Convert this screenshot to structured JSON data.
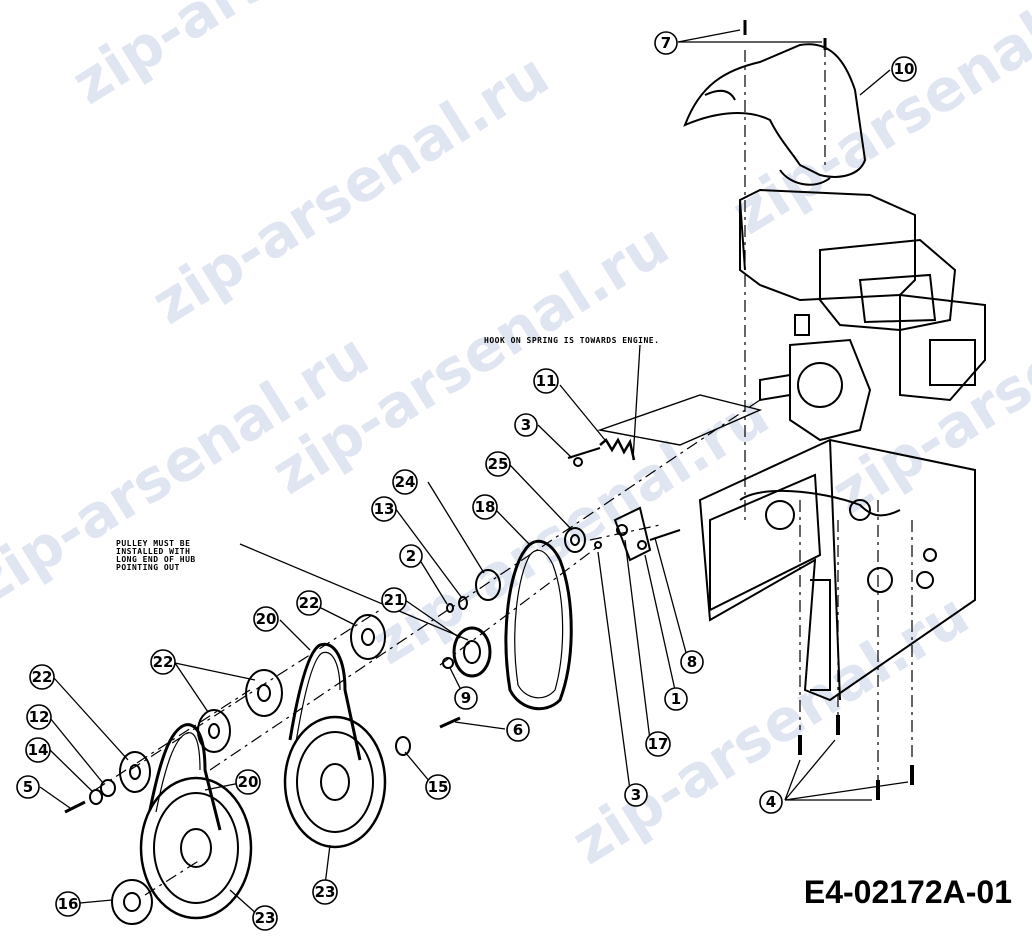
{
  "watermark": "zip-arsenal.ru",
  "notes": {
    "spring": "HOOK ON SPRING IS TOWARDS ENGINE.",
    "pulley": [
      "PULLEY MUST BE",
      "INSTALLED WITH",
      "LONG END OF HUB",
      "POINTING OUT"
    ]
  },
  "diagram_code": "E4-02172A-01",
  "callouts": [
    {
      "id": "c7",
      "label": "7"
    },
    {
      "id": "c10",
      "label": "10"
    },
    {
      "id": "c11",
      "label": "11"
    },
    {
      "id": "c3a",
      "label": "3"
    },
    {
      "id": "c25",
      "label": "25"
    },
    {
      "id": "c24",
      "label": "24"
    },
    {
      "id": "c18",
      "label": "18"
    },
    {
      "id": "c13",
      "label": "13"
    },
    {
      "id": "c2",
      "label": "2"
    },
    {
      "id": "c21",
      "label": "21"
    },
    {
      "id": "c22a",
      "label": "22"
    },
    {
      "id": "c20a",
      "label": "20"
    },
    {
      "id": "c22b",
      "label": "22"
    },
    {
      "id": "c22c",
      "label": "22"
    },
    {
      "id": "c12",
      "label": "12"
    },
    {
      "id": "c14",
      "label": "14"
    },
    {
      "id": "c5",
      "label": "5"
    },
    {
      "id": "c9",
      "label": "9"
    },
    {
      "id": "c6",
      "label": "6"
    },
    {
      "id": "c15",
      "label": "15"
    },
    {
      "id": "c20b",
      "label": "20"
    },
    {
      "id": "c23a",
      "label": "23"
    },
    {
      "id": "c23b",
      "label": "23"
    },
    {
      "id": "c16",
      "label": "16"
    },
    {
      "id": "c1",
      "label": "1"
    },
    {
      "id": "c8",
      "label": "8"
    },
    {
      "id": "c17",
      "label": "17"
    },
    {
      "id": "c3b",
      "label": "3"
    },
    {
      "id": "c4",
      "label": "4"
    }
  ]
}
